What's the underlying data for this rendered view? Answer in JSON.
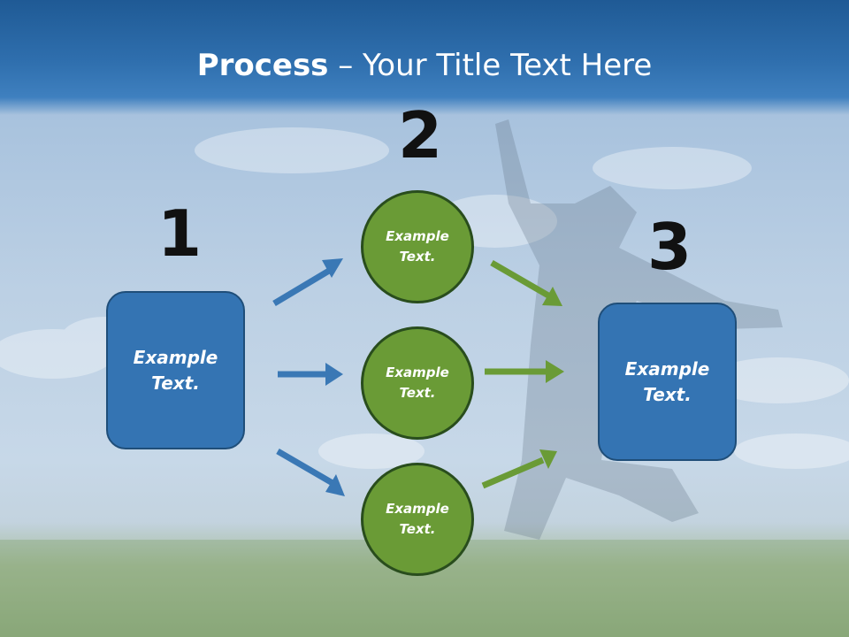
{
  "title": {
    "bold": "Process",
    "rest": " – Your Title Text Here"
  },
  "step_numbers": [
    "1",
    "2",
    "3"
  ],
  "left_box": {
    "text": "Example\nText."
  },
  "circles": [
    {
      "text": "Example\nText."
    },
    {
      "text": "Example\nText."
    },
    {
      "text": "Example\nText."
    }
  ],
  "right_box": {
    "text": "Example\nText."
  },
  "colors": {
    "box": "#3474b3",
    "circle": "#6a9b36",
    "blue_arrow": "#3a78b5",
    "green_arrow": "#6a9b36"
  }
}
